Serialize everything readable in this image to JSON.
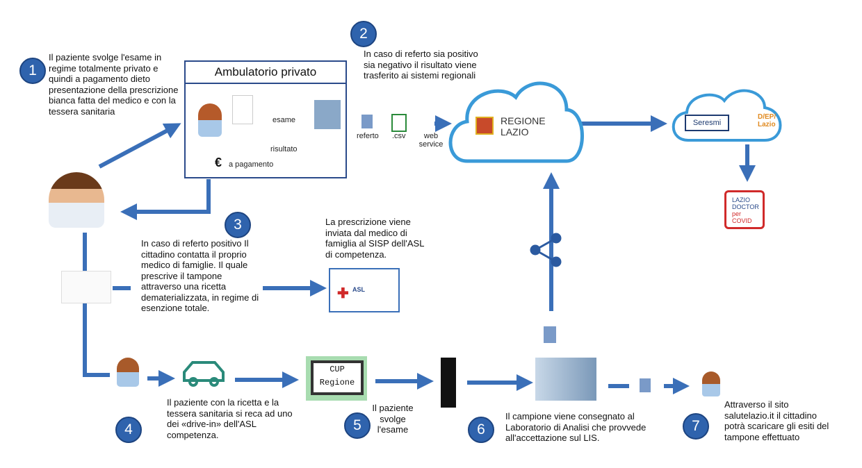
{
  "steps": [
    {
      "num": "1",
      "text": "Il paziente svolge l'esame in regime totalmente privato e quindi a pagamento dieto presentazione della prescrizione bianca fatta del medico e con la tessera sanitaria"
    },
    {
      "num": "2",
      "text": "In caso di referto sia positivo sia negativo il risultato viene trasferito ai sistemi regionali"
    },
    {
      "num": "3",
      "text": "In caso di referto positivo Il cittadino contatta il proprio medico di famiglie. Il quale prescrive il tampone attraverso una ricetta dematerializzata, in regime di esenzione totale."
    },
    {
      "num": "4",
      "text": "Il paziente con la ricetta e la tessera sanitaria si reca ad uno dei «drive-in» dell'ASL competenza."
    },
    {
      "num": "5",
      "text": "Il paziente svolge l'esame"
    },
    {
      "num": "6",
      "text": "Il campione viene consegnato al Laboratorio di Analisi che provvede all'accettazione sul LIS."
    },
    {
      "num": "7",
      "text": "Attraverso il sito salutelazio.it il cittadino potrà scaricare gli esiti del tampone effettuato"
    }
  ],
  "ambulatorio": {
    "title": "Ambulatorio  privato",
    "esame": "esame",
    "risultato": "risultato",
    "euro": "€",
    "pagamento": "a pagamento"
  },
  "transfer": {
    "referto": "referto",
    "csv": ".csv",
    "web_service": "web service"
  },
  "regione": {
    "line1": "REGIONE",
    "line2": "LAZIO"
  },
  "seresmi": {
    "label": "Seresmi",
    "dep1": "D/EP/",
    "dep2": "Lazio"
  },
  "doctor_app": {
    "l1": "LAZIO",
    "l2": "DOCTOR",
    "l3": "per",
    "l4": "COVID"
  },
  "asl": {
    "note": "La prescrizione viene inviata dal medico di famiglia al SISP dell'ASL di competenza.",
    "logo": "ASL"
  },
  "cup": {
    "l1": "CUP",
    "l2": "Regione"
  },
  "colors": {
    "arrow": "#3a6fb8",
    "circle": "#2f63ad",
    "cloud": "#3a9ad8"
  }
}
